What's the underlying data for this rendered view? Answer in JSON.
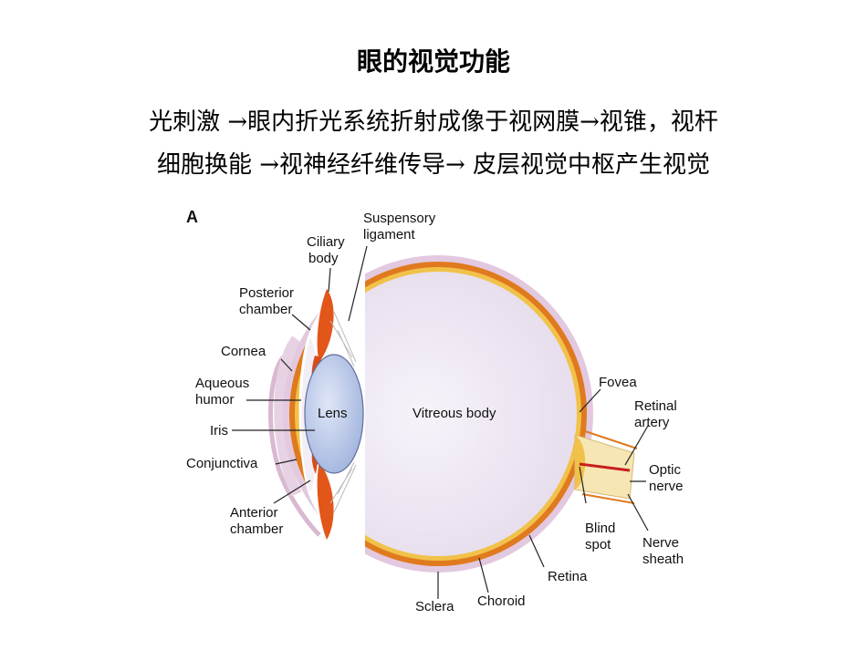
{
  "title": "眼的视觉功能",
  "text_lines": [
    "光刺激 →眼内折光系统折射成像于视网膜→视锥，视杆",
    "细胞换能 →视神经纤维传导→  皮层视觉中枢产生视觉"
  ],
  "diagram": {
    "panel_label": "A",
    "labels": {
      "suspensory_ligament": [
        "Suspensory",
        "ligament"
      ],
      "ciliary_body": [
        "Ciliary",
        "body"
      ],
      "posterior_chamber": [
        "Posterior",
        "chamber"
      ],
      "cornea": "Cornea",
      "aqueous_humor": [
        "Aqueous",
        "humor"
      ],
      "iris": "Iris",
      "conjunctiva": "Conjunctiva",
      "anterior_chamber": [
        "Anterior",
        "chamber"
      ],
      "lens": "Lens",
      "vitreous_body": "Vitreous body",
      "fovea": "Fovea",
      "retinal_artery": [
        "Retinal",
        "artery"
      ],
      "optic_nerve": [
        "Optic",
        "nerve"
      ],
      "blind_spot": [
        "Blind",
        "spot"
      ],
      "nerve_sheath": [
        "Nerve",
        "sheath"
      ],
      "retina": "Retina",
      "choroid": "Choroid",
      "sclera": "Sclera"
    }
  }
}
